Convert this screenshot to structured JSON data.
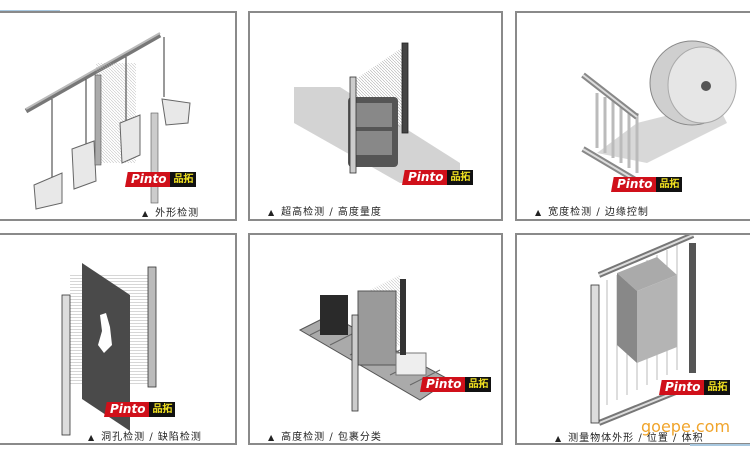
{
  "brand": {
    "logo_latin": "Pinto",
    "logo_cn": "品拓",
    "logo_red": "#d0101a",
    "logo_yellow": "#f0e020"
  },
  "panels": [
    {
      "caption": "外形检测",
      "icon": "triangle-bullet"
    },
    {
      "caption": "超高检测 / 高度量度",
      "icon": "triangle-bullet"
    },
    {
      "caption": "宽度检测 / 边缘控制",
      "icon": "triangle-bullet"
    },
    {
      "caption": "洞孔检测 / 缺陷检测",
      "icon": "triangle-bullet"
    },
    {
      "caption": "高度检测 / 包裹分类",
      "icon": "triangle-bullet"
    },
    {
      "caption": "测量物体外形 / 位置 / 体积",
      "icon": "triangle-bullet"
    }
  ],
  "bullet_symbol": "▲",
  "watermark": "goepe.com"
}
